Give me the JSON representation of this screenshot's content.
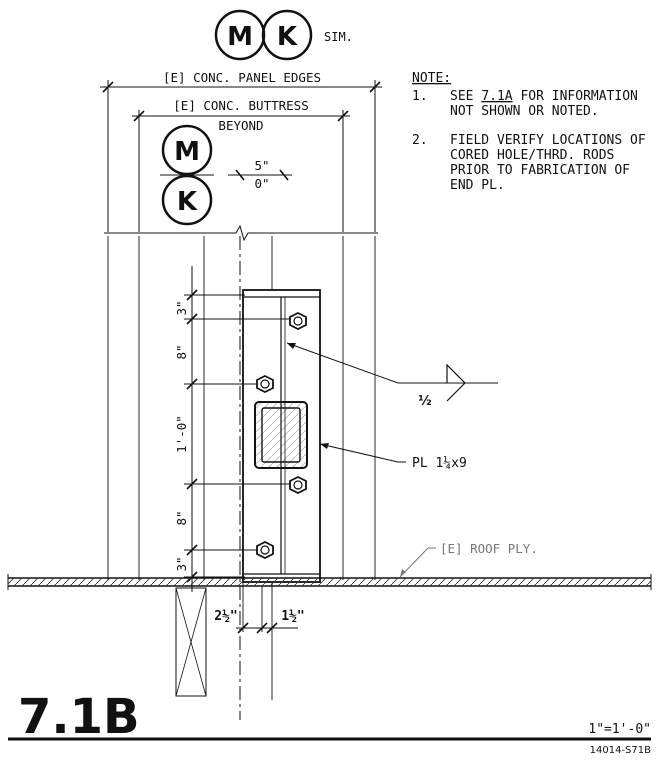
{
  "tags": {
    "top_left": "M",
    "top_right": "K",
    "sim": "SIM.",
    "side_top": "M",
    "side_bottom": "K"
  },
  "labels": {
    "panel_edges": "[E] CONC. PANEL EDGES",
    "buttress": "[E] CONC. BUTTRESS",
    "beyond": "BEYOND",
    "roof_ply": "[E] ROOF PLY.",
    "plate": "PL 1¼x9"
  },
  "dimensions": {
    "top_offset_a": "5\"",
    "top_offset_b": "0\"",
    "vert_3_top": "3\"",
    "vert_8_top": "8\"",
    "vert_1_0": "1'-0\"",
    "vert_8_bot": "8\"",
    "vert_3_bot": "3\"",
    "bottom_left": "2½\"",
    "bottom_right": "1½\""
  },
  "weld": {
    "size": "½"
  },
  "notes": {
    "heading": "NOTE:",
    "items": [
      {
        "num": "1.",
        "pre": "SEE ",
        "link": "7.1A",
        "post": " FOR INFORMATION",
        "line2": "NOT SHOWN OR NOTED."
      },
      {
        "num": "2.",
        "line1": "FIELD VERIFY LOCATIONS OF",
        "line2": "CORED HOLE/THRD. RODS",
        "line3": "PRIOR TO FABRICATION OF",
        "line4": "END PL."
      }
    ]
  },
  "title_block": {
    "detail_number": "7.1B",
    "scale": "1\"=1'-0\"",
    "sheet_ref": "14014-S71B"
  }
}
